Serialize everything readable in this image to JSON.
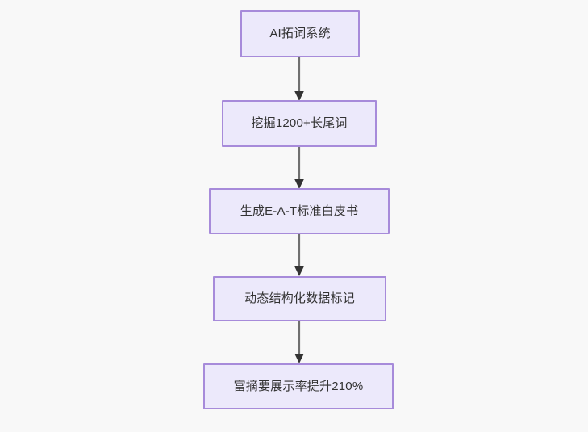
{
  "diagram": {
    "type": "flowchart",
    "direction": "top-to-bottom",
    "background_color": "#f8f8f8",
    "node_fill_color": "#ece9fb",
    "node_border_color": "#a78bda",
    "node_text_color": "#333333",
    "connector_color": "#707070",
    "nodes": [
      {
        "id": "n1",
        "label": "AI拓词系统"
      },
      {
        "id": "n2",
        "label": "挖掘1200+长尾词"
      },
      {
        "id": "n3",
        "label": "生成E-A-T标准白皮书"
      },
      {
        "id": "n4",
        "label": "动态结构化数据标记"
      },
      {
        "id": "n5",
        "label": "富摘要展示率提升210%"
      }
    ],
    "edges": [
      {
        "from": "n1",
        "to": "n2",
        "label": ""
      },
      {
        "from": "n2",
        "to": "n3",
        "label": ""
      },
      {
        "from": "n3",
        "to": "n4",
        "label": ""
      },
      {
        "from": "n4",
        "to": "n5",
        "label": ""
      }
    ]
  }
}
